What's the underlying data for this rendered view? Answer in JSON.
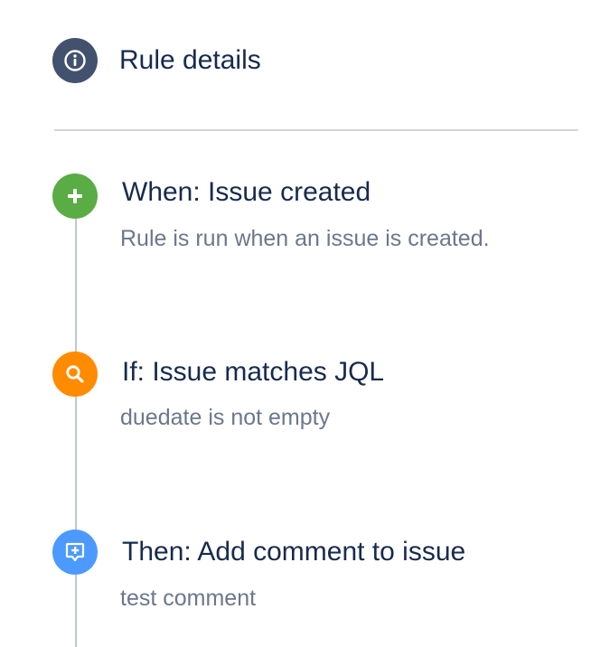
{
  "rule_details": {
    "title": "Rule details",
    "icon": "info-icon",
    "color": "#42526e"
  },
  "steps": [
    {
      "title": "When: Issue created",
      "description": "Rule is run when an issue is created.",
      "icon": "plus-icon",
      "color": "#5aac44"
    },
    {
      "title": "If: Issue matches JQL",
      "description": "duedate is not empty",
      "icon": "search-icon",
      "color": "#ff8b00"
    },
    {
      "title": "Then: Add comment to issue",
      "description": "test comment",
      "icon": "add-comment-icon",
      "color": "#4c9aff"
    }
  ]
}
